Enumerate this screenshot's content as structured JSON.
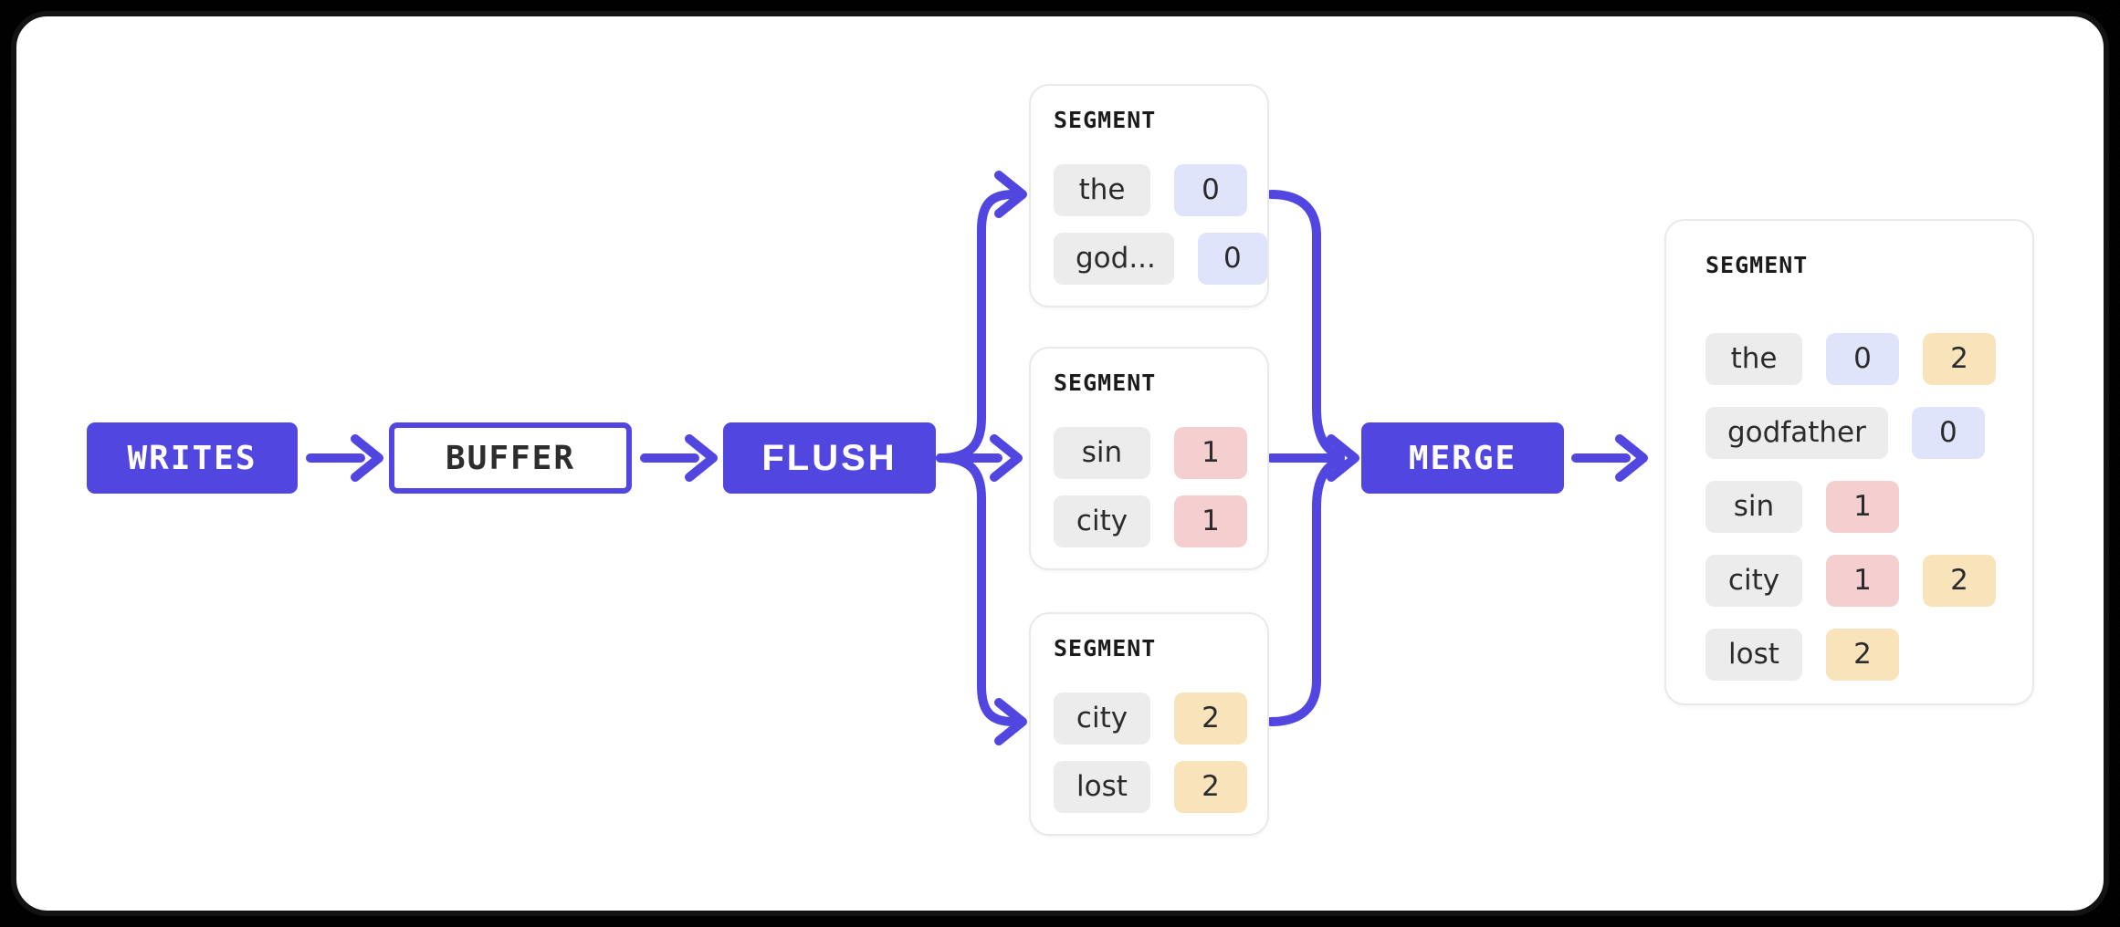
{
  "colors": {
    "accent": "#5246e0",
    "word_pill_bg": "#ececec",
    "badge_blue": "#dfe4fb",
    "badge_pink": "#f5cfcf",
    "badge_yellow": "#f8e3ba",
    "card_border": "#e9e9e9",
    "panel_bg": "#ffffff",
    "node_text_light": "#ffffff",
    "node_text_dark": "#2d2d2d"
  },
  "flow_nodes": {
    "writes": {
      "label": "WRITES",
      "style": "filled"
    },
    "buffer": {
      "label": "BUFFER",
      "style": "outlined"
    },
    "flush": {
      "label": "FLUSH",
      "style": "filled"
    },
    "merge": {
      "label": "MERGE",
      "style": "filled"
    }
  },
  "segments": {
    "flush_outputs": [
      {
        "title": "SEGMENT",
        "rows": [
          {
            "word": "the",
            "badges": [
              {
                "value": "0",
                "color": "blue"
              }
            ]
          },
          {
            "word": "god...",
            "badges": [
              {
                "value": "0",
                "color": "blue"
              }
            ]
          }
        ]
      },
      {
        "title": "SEGMENT",
        "rows": [
          {
            "word": "sin",
            "badges": [
              {
                "value": "1",
                "color": "pink"
              }
            ]
          },
          {
            "word": "city",
            "badges": [
              {
                "value": "1",
                "color": "pink"
              }
            ]
          }
        ]
      },
      {
        "title": "SEGMENT",
        "rows": [
          {
            "word": "city",
            "badges": [
              {
                "value": "2",
                "color": "yellow"
              }
            ]
          },
          {
            "word": "lost",
            "badges": [
              {
                "value": "2",
                "color": "yellow"
              }
            ]
          }
        ]
      }
    ],
    "merged": {
      "title": "SEGMENT",
      "rows": [
        {
          "word": "the",
          "badges": [
            {
              "value": "0",
              "color": "blue"
            },
            {
              "value": "2",
              "color": "yellow"
            }
          ]
        },
        {
          "word": "godfather",
          "badges": [
            {
              "value": "0",
              "color": "blue"
            }
          ]
        },
        {
          "word": "sin",
          "badges": [
            {
              "value": "1",
              "color": "pink"
            }
          ]
        },
        {
          "word": "city",
          "badges": [
            {
              "value": "1",
              "color": "pink"
            },
            {
              "value": "2",
              "color": "yellow"
            }
          ]
        },
        {
          "word": "lost",
          "badges": [
            {
              "value": "2",
              "color": "yellow"
            }
          ]
        }
      ]
    }
  }
}
